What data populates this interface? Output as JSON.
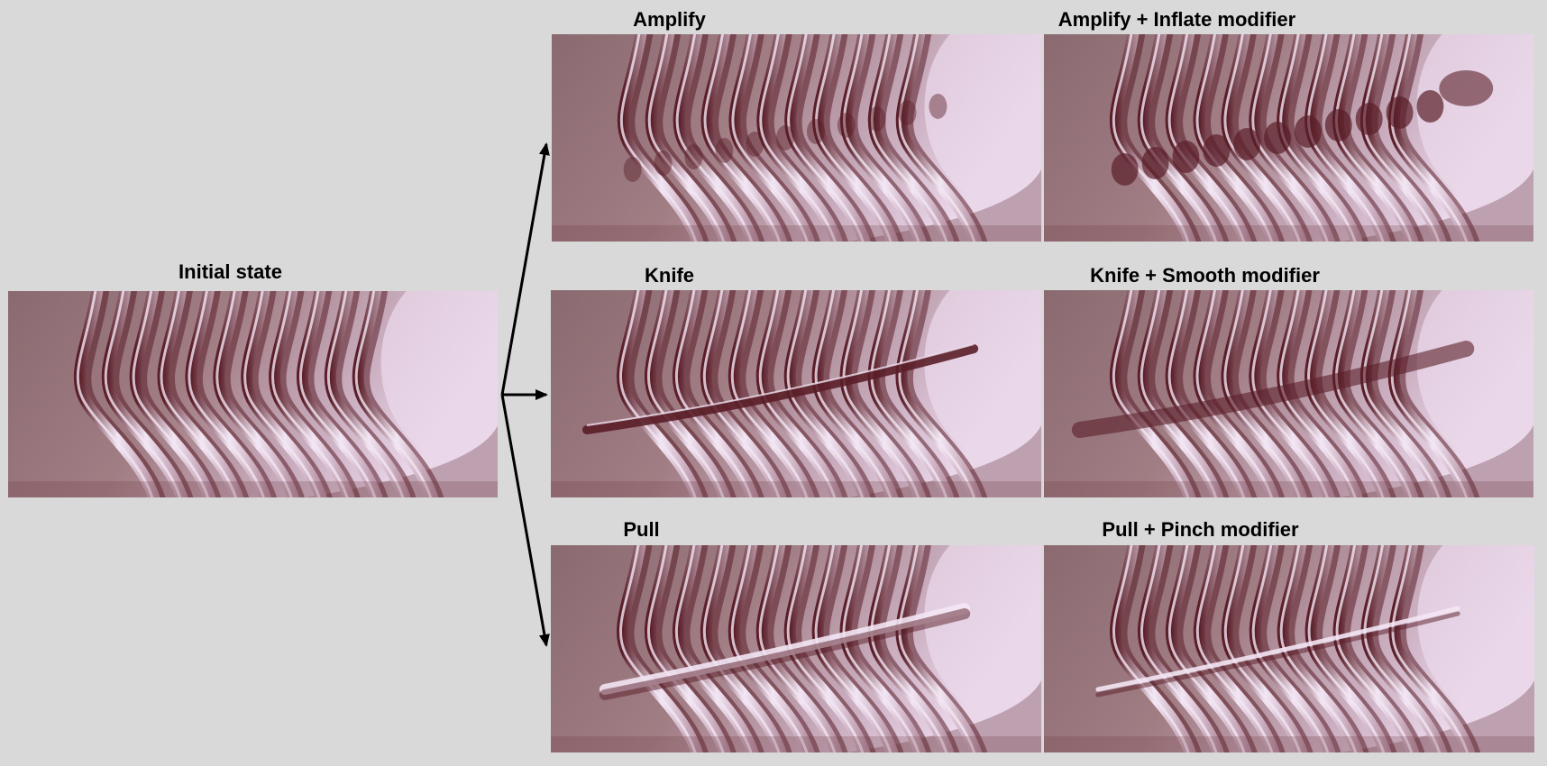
{
  "labels": {
    "initial": "Initial state",
    "amplify": "Amplify",
    "amplify_inflate": "Amplify + Inflate modifier",
    "knife": "Knife",
    "knife_smooth": "Knife + Smooth modifier",
    "pull": "Pull",
    "pull_pinch": "Pull + Pinch modifier"
  },
  "colors": {
    "background": "#d9d9d9",
    "surface_dark": "#6e3c44",
    "surface_mid": "#a17d84",
    "surface_light": "#ead8ea",
    "ridge_highlight": "#f3e6f4",
    "ridge_shadow": "#5a1e28",
    "arrow": "#000000"
  }
}
